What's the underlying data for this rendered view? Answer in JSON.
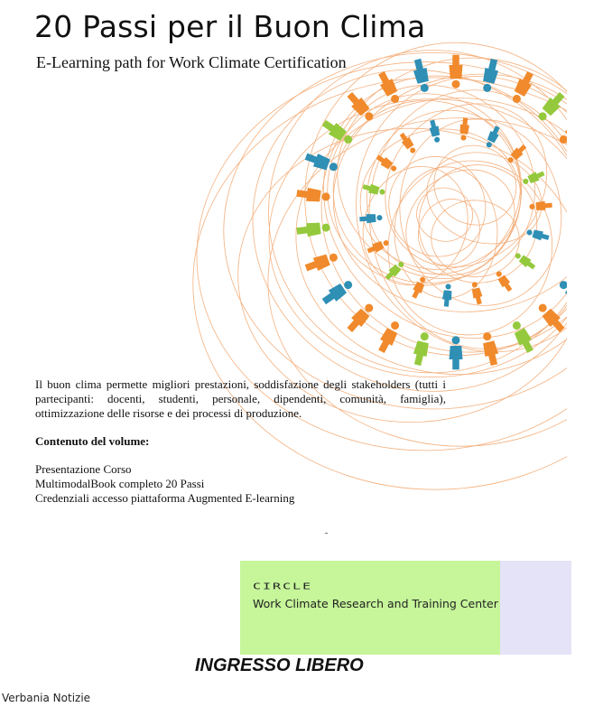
{
  "document": {
    "title": "20 Passi per il Buon Clima",
    "subtitle": "E-Learning path for  Work Climate Certification",
    "description": "Il buon clima permette migliori prestazioni, soddisfazione degli stakeholders (tutti i partecipanti: docenti, studenti, personale, dipendenti, comunità, famiglia), ottimizzazione delle risorse e dei processi di produzione.",
    "contents_heading": "Contenuto del volume:",
    "contents_items": [
      "Presentazione Corso",
      "MultimodalBook completo 20 Passi",
      "Credenziali accesso piattaforma Augmented E-learning"
    ]
  },
  "logo": {
    "name": "CIRCLE",
    "tagline": "Work Climate Research and Training Center"
  },
  "footer": {
    "entry_label": "INGRESSO LIBERO",
    "source": "Verbania Notizie"
  },
  "colors": {
    "orange": "#f08a2c",
    "blue": "#2f8fb5",
    "green": "#95c93d",
    "scribble": "#f2a46a",
    "logo_green": "#c6f59a",
    "logo_lavender": "#e4e3f7"
  },
  "icons": [
    "person-figure-icon",
    "scribble-circles-graphic"
  ]
}
